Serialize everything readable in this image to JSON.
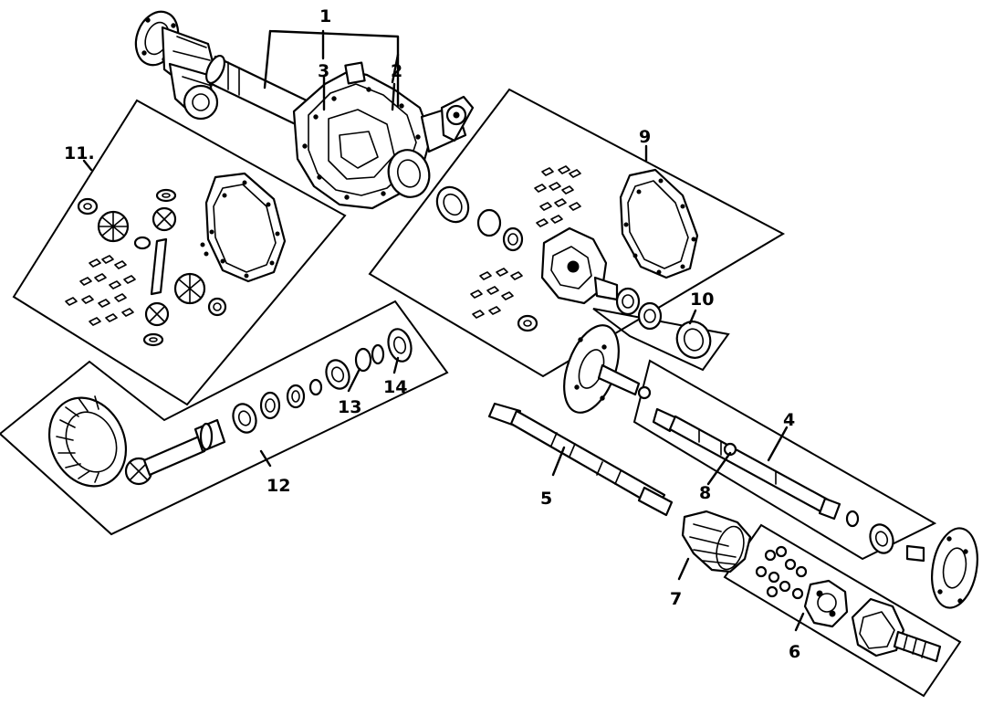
{
  "callouts": {
    "c1": "1",
    "c2": "2",
    "c3": "3",
    "c4": "4",
    "c5": "5",
    "c6": "6",
    "c7": "7",
    "c8": "8",
    "c9": "9",
    "c10": "10",
    "c11": "11.",
    "c12": "12",
    "c13": "13",
    "c14": "14"
  }
}
